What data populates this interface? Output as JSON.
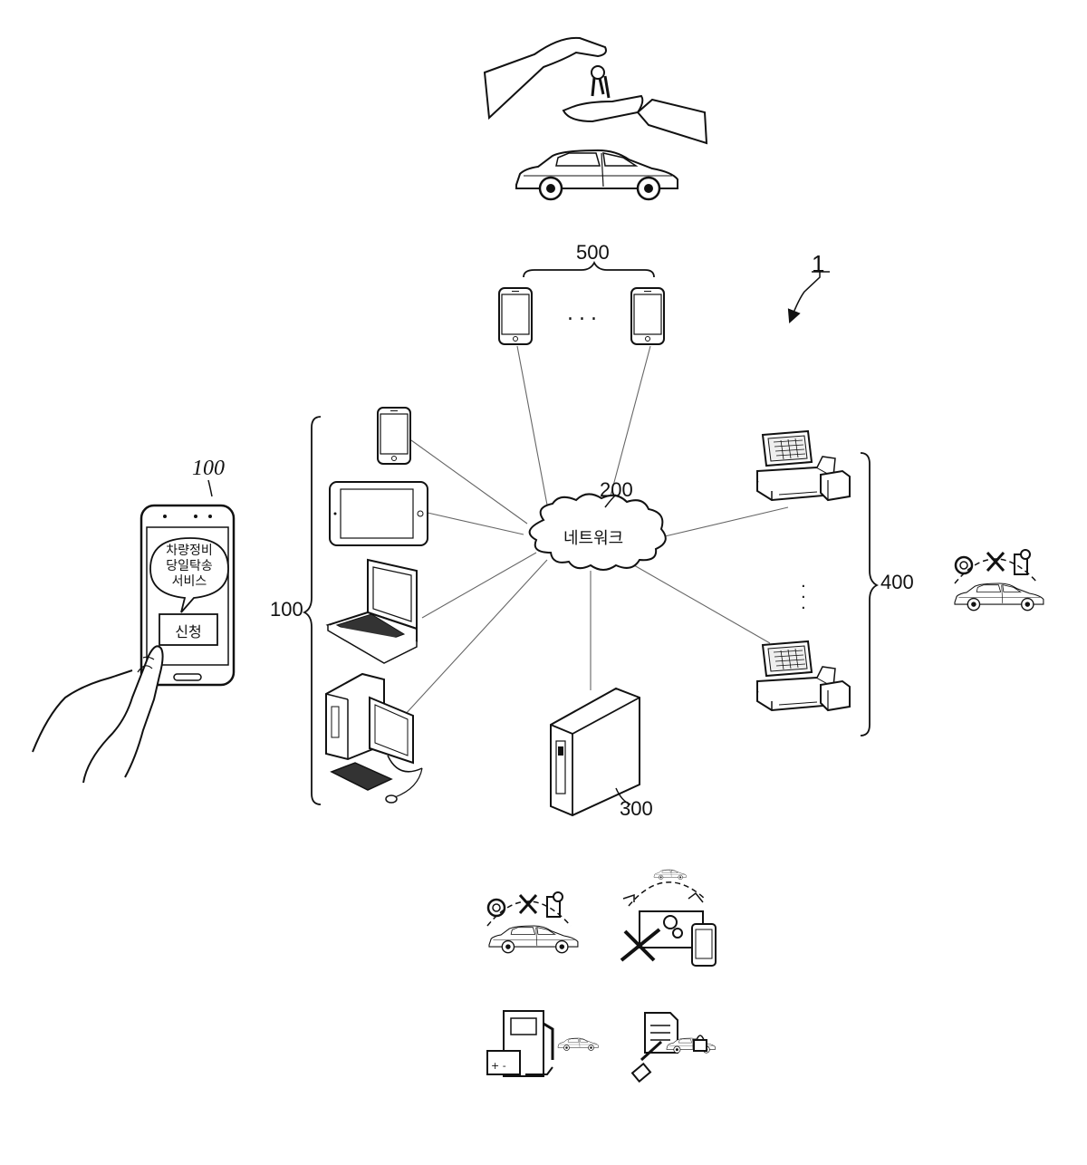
{
  "labels": {
    "system": "1",
    "user_terminals": "100",
    "user_terminal_phone": "100",
    "network_ref": "200",
    "server": "300",
    "shop_terminals": "400",
    "driver_terminals": "500"
  },
  "network": {
    "text": "네트워크"
  },
  "phone_screen": {
    "bubble_line1": "차량정비",
    "bubble_line2": "당일탁송",
    "bubble_line3": "서비스",
    "button": "신청"
  },
  "ellipsis_horizontal": "...",
  "ellipsis_vertical": "⋮",
  "icons": {
    "top": [
      "hand-key-icon",
      "sedan-car-icon"
    ],
    "bottom": [
      "maintenance-service-icon",
      "repair-tools-icon",
      "fuel-battery-icon",
      "document-lock-icon"
    ],
    "right": "maintenance-service-icon"
  },
  "colors": {
    "line": "#1a1a1a",
    "connector": "#555555",
    "background": "#ffffff"
  }
}
